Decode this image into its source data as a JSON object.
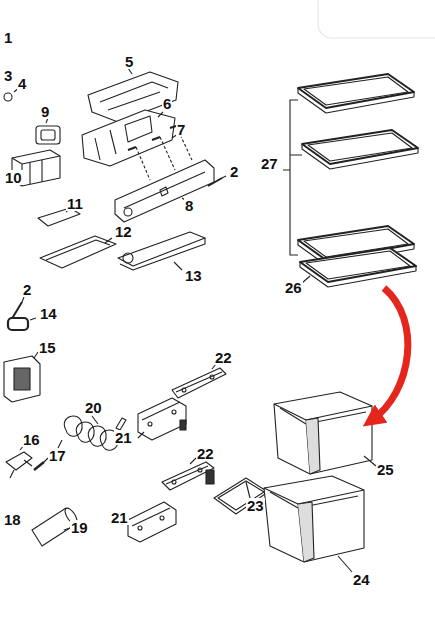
{
  "diagram": {
    "labels": [
      "1",
      "3",
      "4",
      "5",
      "9",
      "6",
      "7",
      "10",
      "8",
      "2",
      "11",
      "12",
      "13",
      "2",
      "14",
      "27",
      "26",
      "15",
      "22",
      "20",
      "21",
      "16",
      "17",
      "22",
      "18",
      "19",
      "21",
      "23",
      "25",
      "24"
    ]
  }
}
